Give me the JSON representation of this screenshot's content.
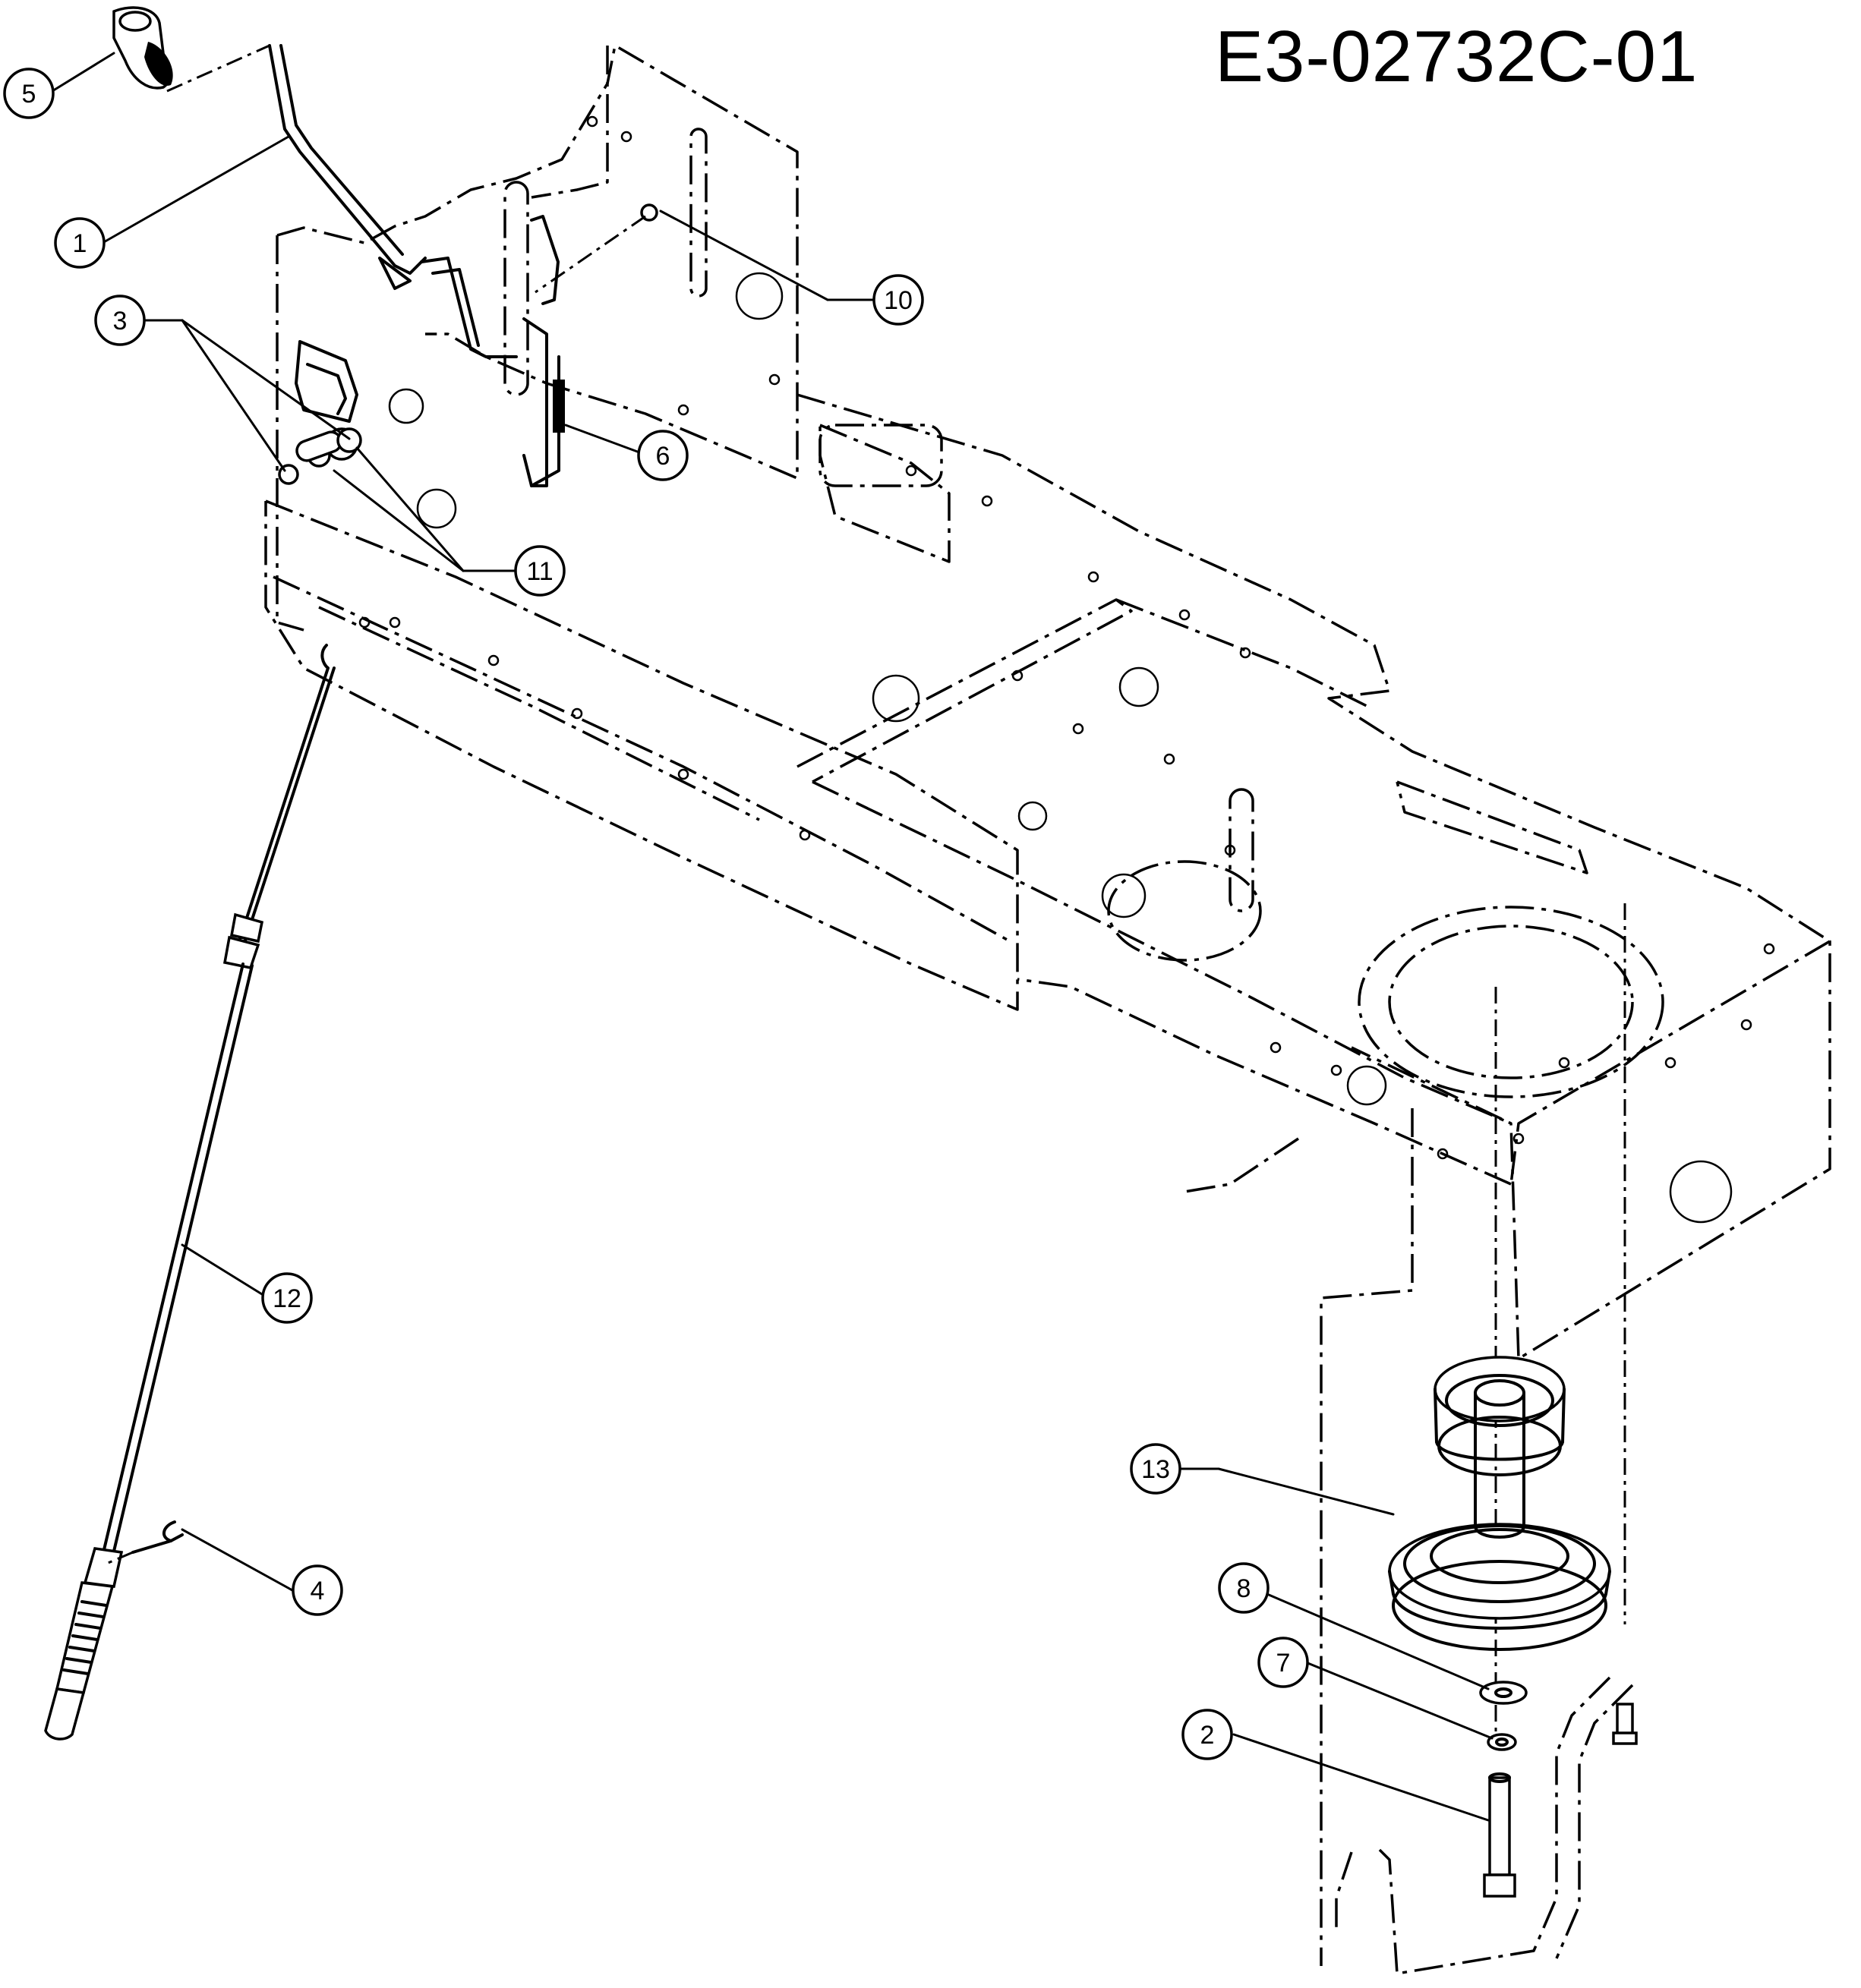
{
  "diagram_code": "E3-02732C-01",
  "callouts": [
    {
      "label": "1"
    },
    {
      "label": "2"
    },
    {
      "label": "3"
    },
    {
      "label": "4"
    },
    {
      "label": "5"
    },
    {
      "label": "6"
    },
    {
      "label": "7"
    },
    {
      "label": "8"
    },
    {
      "label": "10"
    },
    {
      "label": "11"
    },
    {
      "label": "12"
    },
    {
      "label": "13"
    }
  ]
}
